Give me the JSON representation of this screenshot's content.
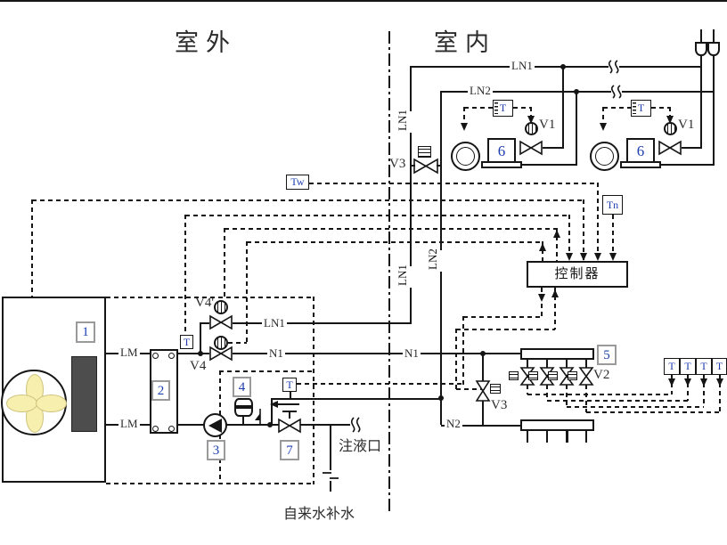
{
  "titles": {
    "outdoor": "室外",
    "indoor": "室内"
  },
  "controller": {
    "label": "控制器"
  },
  "equipment": {
    "n1": "1",
    "n2": "2",
    "n3": "3",
    "n4": "4",
    "n5": "5",
    "n6": "6",
    "n7": "7"
  },
  "valves": {
    "v1": "V1",
    "v2": "V2",
    "v3": "V3",
    "v4": "V4",
    "v4_prime": "V4'"
  },
  "sensors": {
    "tw": "Tw",
    "tn": "Tn",
    "t": "T"
  },
  "lines": {
    "ln1": "LN1",
    "ln2": "LN2",
    "n1": "N1",
    "n2": "N2",
    "lm": "LM"
  },
  "notes": {
    "fill_port": "注液口",
    "tap_water_makeup": "自来水补水"
  },
  "colors": {
    "line": "#151515",
    "label": "#1e3eb0",
    "box_border": "#9a9a9a",
    "fan_blade": "#f6efad",
    "coil_fill": "#4d4d4d"
  }
}
